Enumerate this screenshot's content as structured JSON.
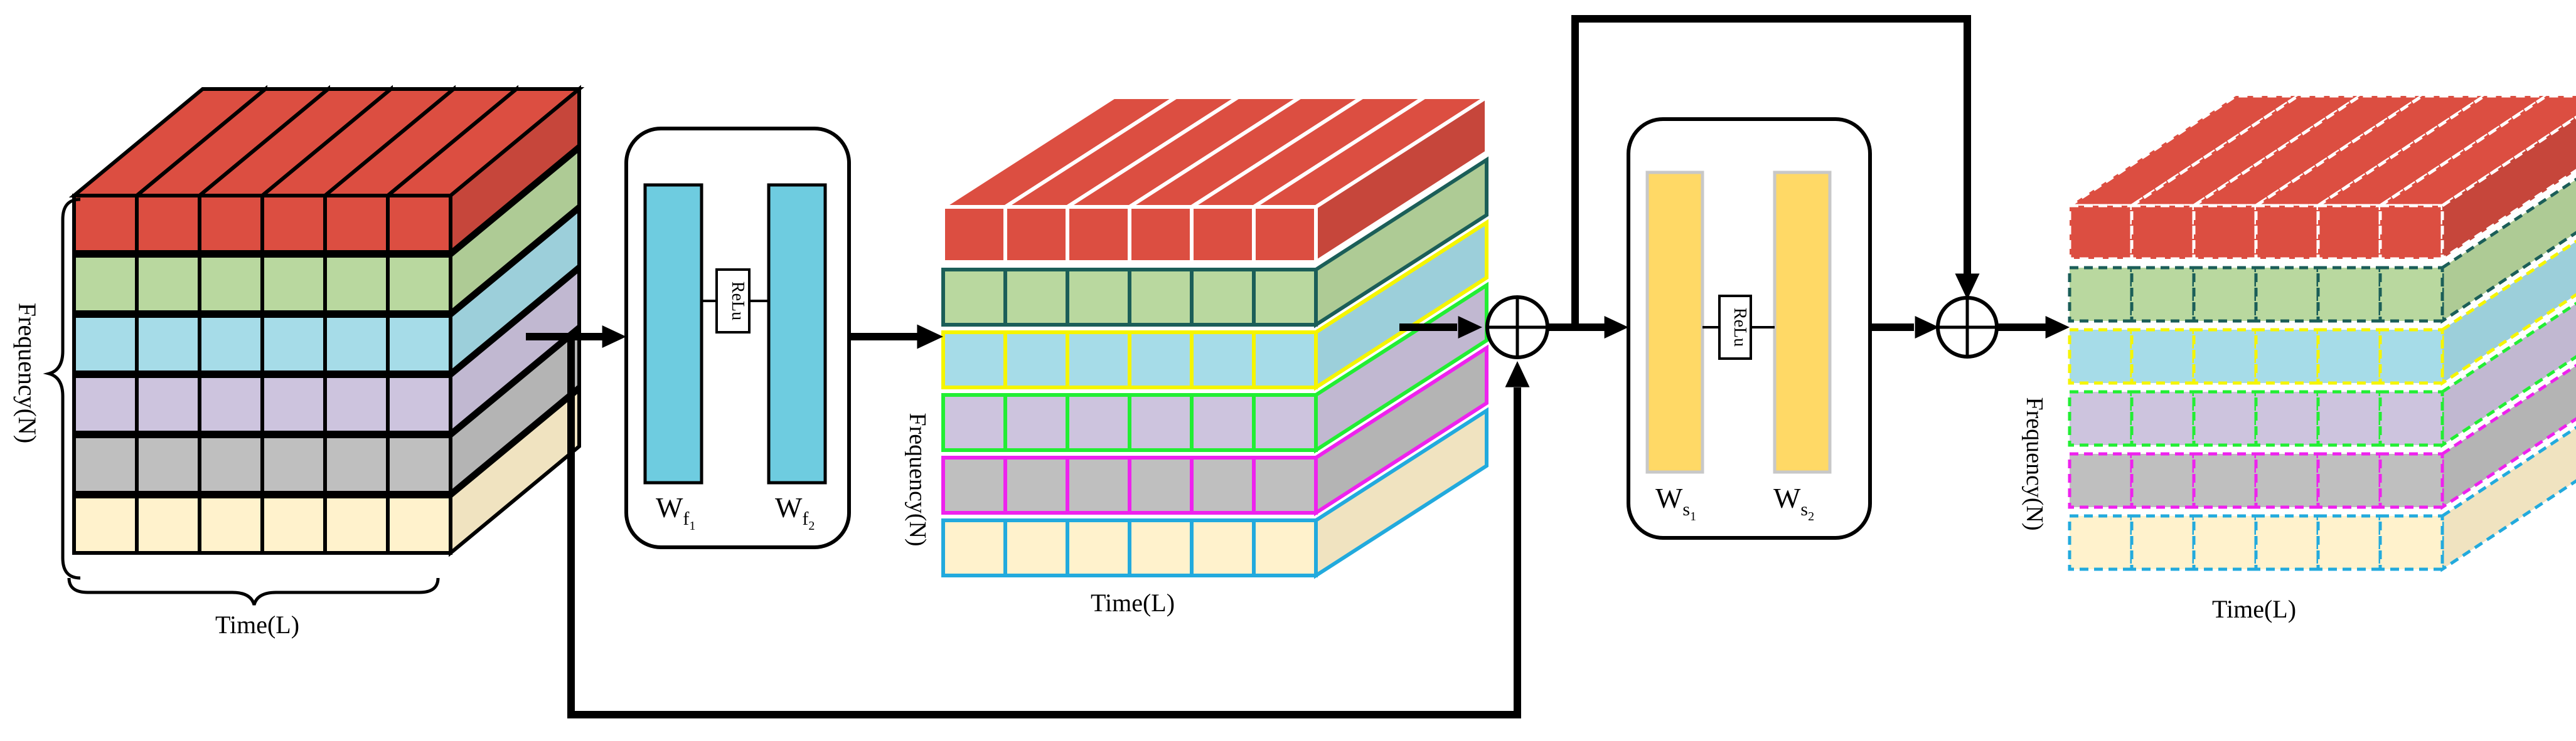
{
  "colors": {
    "layers": [
      "#DC4E41",
      "#B9D89F",
      "#A6DCE8",
      "#CDC4DE",
      "#BFBFBF",
      "#FFF2CC"
    ],
    "fc_block": "#6ECCE0",
    "sub_block": "#FFD966",
    "stage2_outlines": [
      "#FFFFFF",
      "#1B5E58",
      "#F5F500",
      "#22EE33",
      "#EE22EE",
      "#22AADD"
    ],
    "stage3_outlines": [
      "#FFFFFF",
      "#1B5E58",
      "#F5F500",
      "#22EE33",
      "#EE22EE",
      "#22AADD"
    ],
    "arrow": "#000000"
  },
  "labels": {
    "frequency": "Frequency(N)",
    "time": "Time(L)",
    "relu": "ReLu",
    "w_f1_base": "W",
    "w_f1_sub": "f",
    "w_f1_subsub": "1",
    "w_f2_base": "W",
    "w_f2_sub": "f",
    "w_f2_subsub": "2",
    "w_s1_base": "W",
    "w_s1_sub": "s",
    "w_s1_subsub": "1",
    "w_s2_base": "W",
    "w_s2_sub": "s",
    "w_s2_subsub": "2"
  },
  "icons": {
    "sum_node": "circle-plus-icon"
  }
}
